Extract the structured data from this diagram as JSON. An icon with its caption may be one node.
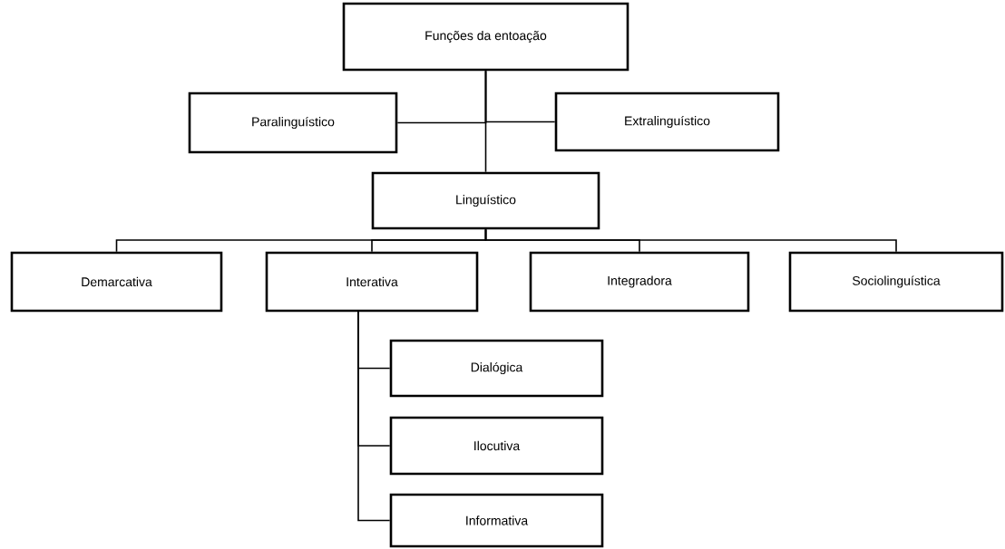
{
  "diagram": {
    "nodes": [
      {
        "text": [
          "Funções da entoação"
        ]
      },
      {
        "text": [
          "Paralinguístico"
        ]
      },
      {
        "text": [
          "Extralinguístico"
        ]
      },
      {
        "text": [
          "Linguístico"
        ]
      },
      {
        "text": [
          "Demarcativa"
        ]
      },
      {
        "text": [
          "Interativa"
        ]
      },
      {
        "text": [
          "Integradora"
        ]
      },
      {
        "text": [
          "Sociolinguística"
        ]
      },
      {
        "text": [
          "Dialógica"
        ]
      },
      {
        "text": [
          "Ilocutiva"
        ]
      },
      {
        "text": [
          "Informativa"
        ]
      }
    ],
    "edges": [
      {
        "from": 0,
        "to": 1,
        "arrow": "none"
      },
      {
        "from": 0,
        "to": 2,
        "arrow": "none"
      },
      {
        "from": 0,
        "to": 3,
        "arrow": "none"
      },
      {
        "from": 3,
        "to": 4,
        "arrow": "none"
      },
      {
        "from": 3,
        "to": 5,
        "arrow": "none"
      },
      {
        "from": 3,
        "to": 6,
        "arrow": "none"
      },
      {
        "from": 3,
        "to": 7,
        "arrow": "none"
      },
      {
        "from": 5,
        "to": 8,
        "arrow": "none"
      },
      {
        "from": 5,
        "to": 9,
        "arrow": "none"
      },
      {
        "from": 5,
        "to": 10,
        "arrow": "none"
      }
    ]
  }
}
